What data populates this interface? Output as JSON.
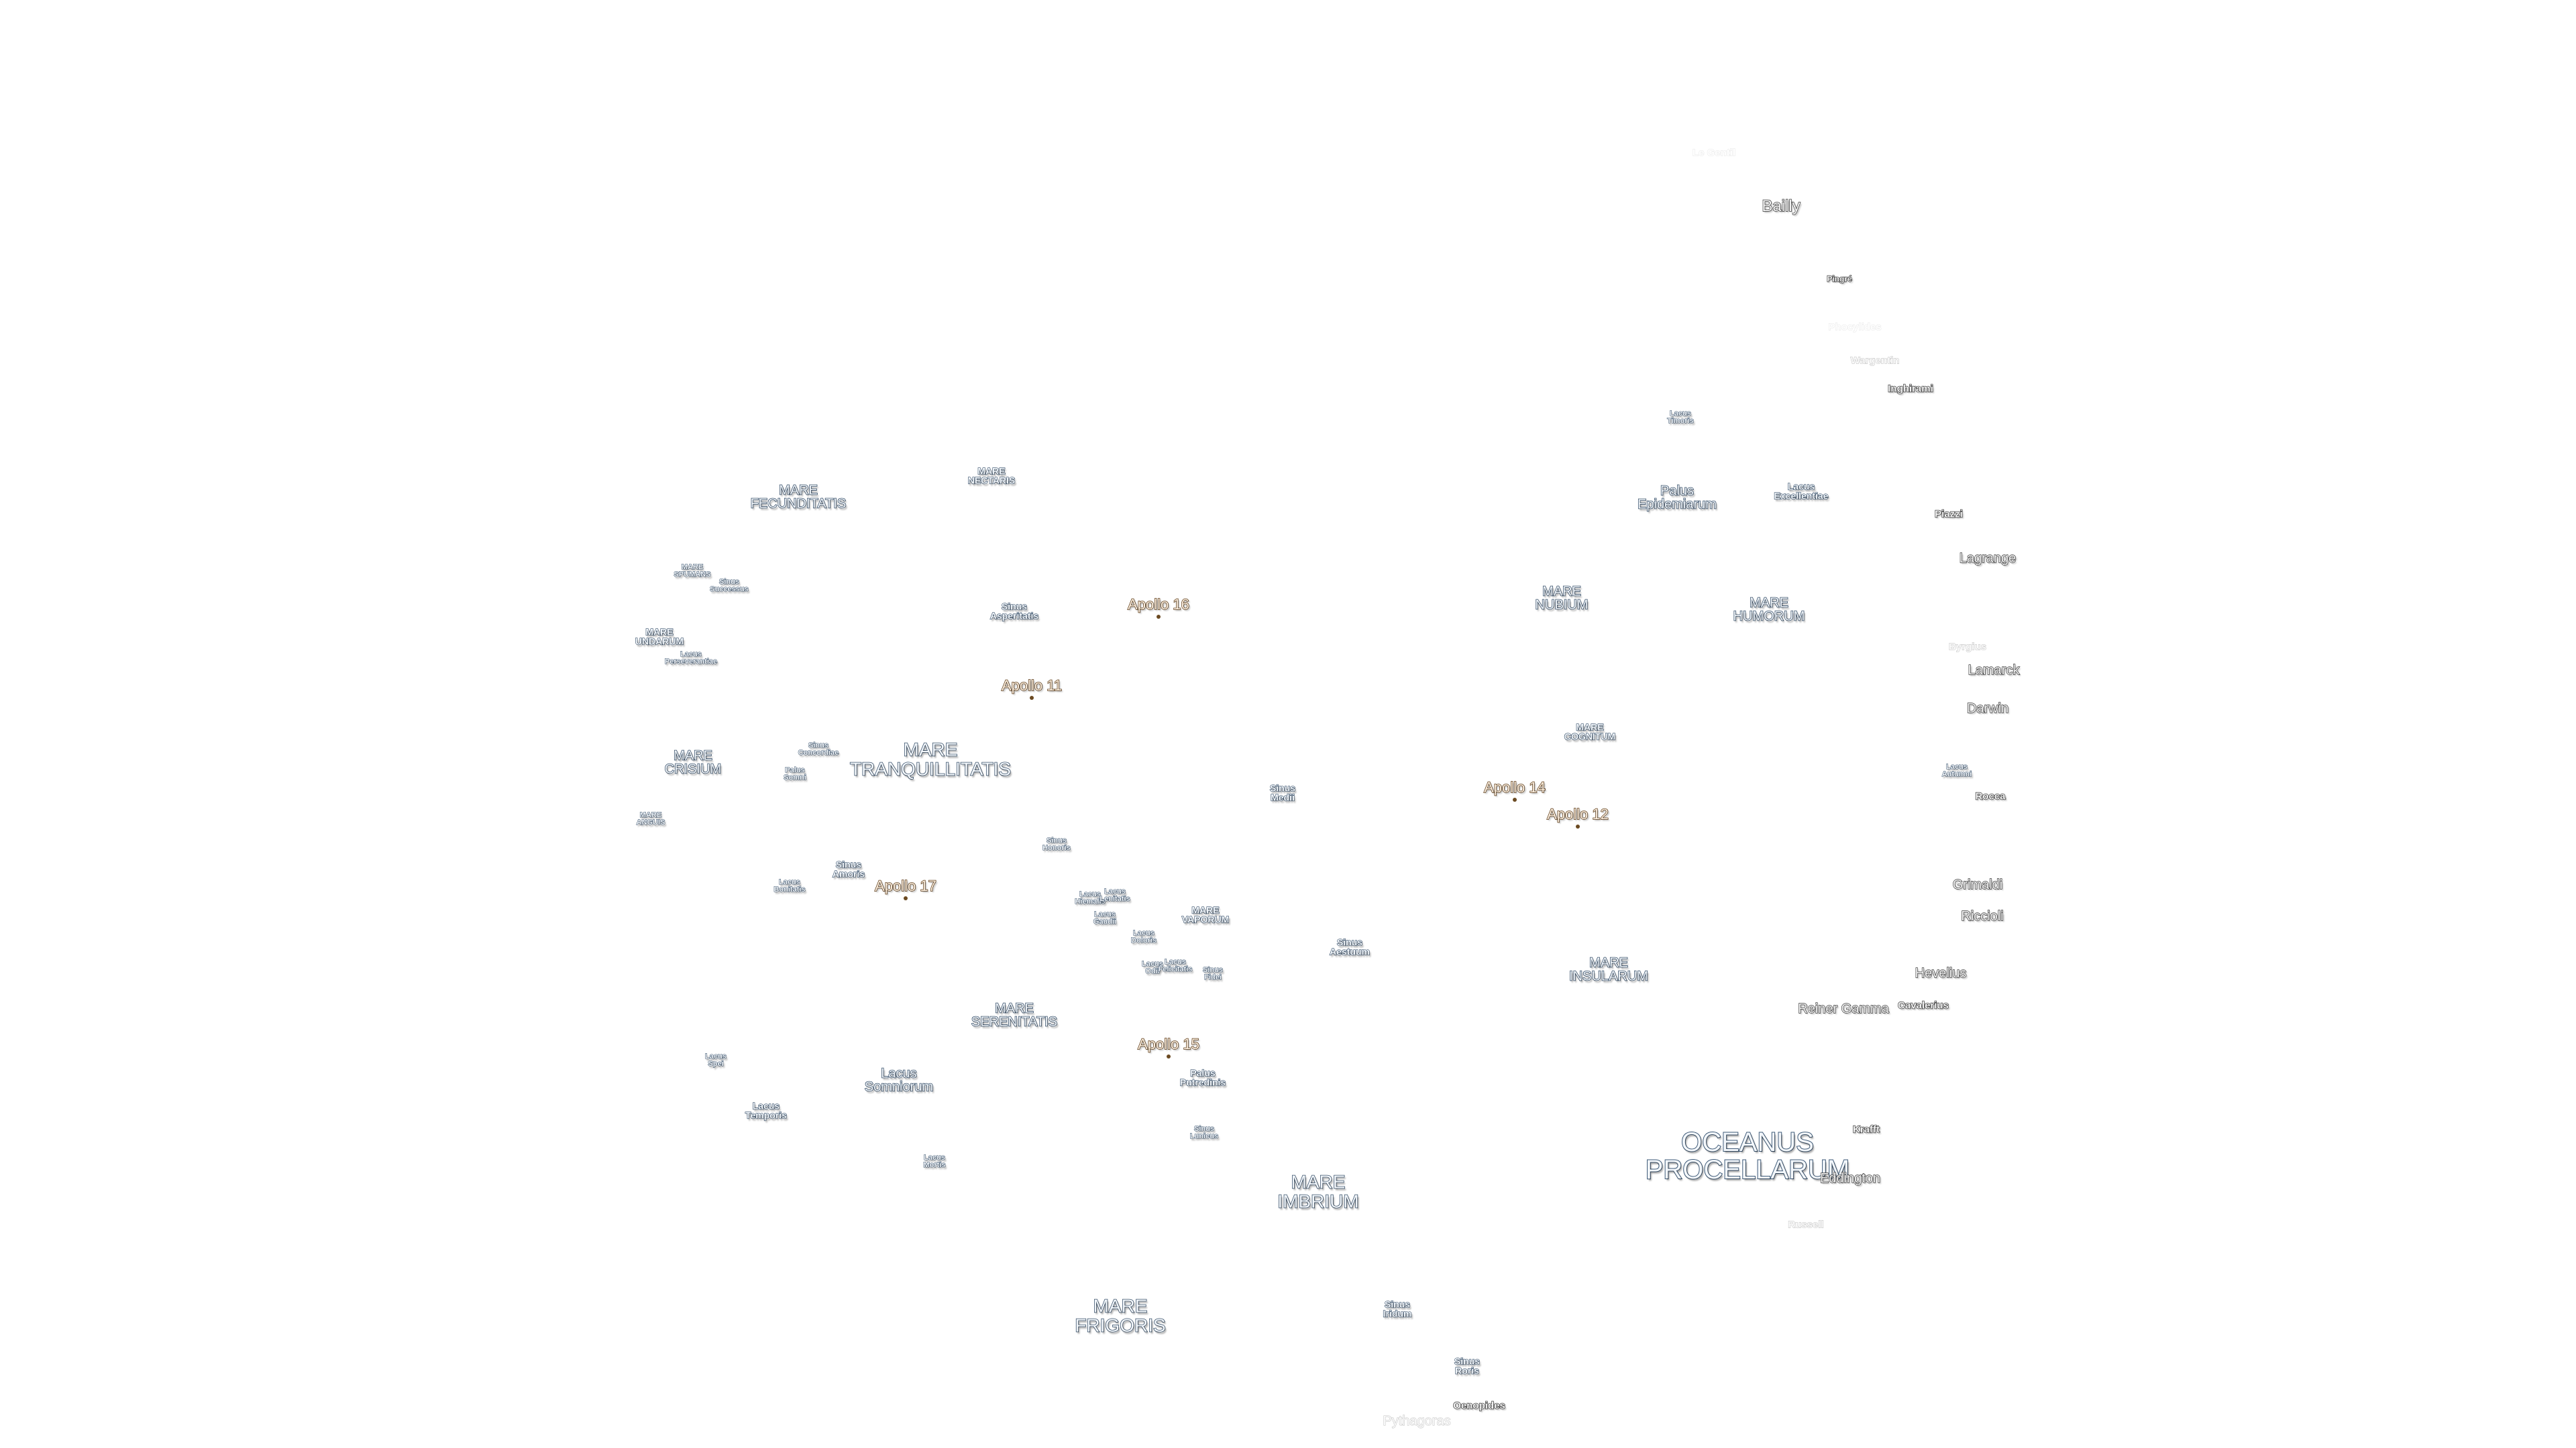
{
  "map": {
    "maria": [
      {
        "id": "oceanus-procellarum",
        "text": "OCEANUS\nPROCELLARUM",
        "size": "xl"
      },
      {
        "id": "mare-imbrium",
        "text": "MARE\nIMBRIUM",
        "size": "lg"
      },
      {
        "id": "mare-frigoris",
        "text": "MARE\nFRIGORIS",
        "size": "lg"
      },
      {
        "id": "mare-serenitatis",
        "text": "MARE\nSERENITATIS",
        "size": "md"
      },
      {
        "id": "mare-tranquillitatis",
        "text": "MARE\nTRANQUILLITATIS",
        "size": "lg"
      },
      {
        "id": "mare-fecunditatis",
        "text": "MARE\nFECUNDITATIS",
        "size": "md"
      },
      {
        "id": "mare-crisium",
        "text": "MARE\nCRISIUM",
        "size": "md"
      },
      {
        "id": "mare-nubium",
        "text": "MARE\nNUBIUM",
        "size": "md"
      },
      {
        "id": "mare-humorum",
        "text": "MARE\nHUMORUM",
        "size": "md"
      },
      {
        "id": "mare-insularum",
        "text": "MARE\nINSULARUM",
        "size": "md"
      },
      {
        "id": "mare-vaporum",
        "text": "MARE\nVAPORUM",
        "size": "sm"
      },
      {
        "id": "mare-cognitum",
        "text": "MARE\nCOGNITUM",
        "size": "sm"
      },
      {
        "id": "mare-nectaris",
        "text": "MARE\nNECTARIS",
        "size": "sm"
      },
      {
        "id": "mare-undarum",
        "text": "MARE\nUNDARUM",
        "size": "sm"
      },
      {
        "id": "mare-spumans",
        "text": "MARE\nSPUMANS",
        "size": "xs"
      },
      {
        "id": "mare-anguis",
        "text": "MARE\nANGUIS",
        "size": "xs"
      },
      {
        "id": "lacus-somniorum",
        "text": "Lacus\nSomniorum",
        "size": "md"
      },
      {
        "id": "sinus-aestuum",
        "text": "Sinus\nAestuum",
        "size": "sm"
      },
      {
        "id": "sinus-medii",
        "text": "Sinus\nMedii",
        "size": "sm"
      },
      {
        "id": "sinus-iridum",
        "text": "Sinus\nIridum",
        "size": "sm"
      },
      {
        "id": "sinus-roris",
        "text": "Sinus\nRoris",
        "size": "sm"
      },
      {
        "id": "sinus-asperitatis",
        "text": "Sinus\nAsperitatis",
        "size": "sm"
      },
      {
        "id": "sinus-concordiae",
        "text": "Sinus\nConcordiae",
        "size": "xs"
      },
      {
        "id": "sinus-amoris",
        "text": "Sinus\nAmoris",
        "size": "sm"
      },
      {
        "id": "sinus-successus",
        "text": "Sinus\nSuccessus",
        "size": "xs"
      },
      {
        "id": "sinus-honoris",
        "text": "Sinus\nHonoris",
        "size": "xs"
      },
      {
        "id": "sinus-fidei",
        "text": "Sinus\nFidei",
        "size": "xs"
      },
      {
        "id": "sinus-lunicus",
        "text": "Sinus\nLunicus",
        "size": "xs"
      },
      {
        "id": "palus-epidemiarum",
        "text": "Palus\nEpidemiarum",
        "size": "md"
      },
      {
        "id": "palus-putredinis",
        "text": "Palus\nPutredinis",
        "size": "sm"
      },
      {
        "id": "palus-somni",
        "text": "Palus\nSomni",
        "size": "xs"
      },
      {
        "id": "lacus-excellentiae",
        "text": "Lacus\nExcellentiae",
        "size": "sm"
      },
      {
        "id": "lacus-timoris",
        "text": "Lacus\nTimoris",
        "size": "xs"
      },
      {
        "id": "lacus-temporis",
        "text": "Lacus\nTemporis",
        "size": "sm"
      },
      {
        "id": "lacus-mortis",
        "text": "Lacus\nMortis",
        "size": "xs"
      },
      {
        "id": "lacus-spei",
        "text": "Lacus\nSpei",
        "size": "xs"
      },
      {
        "id": "lacus-bonitatis",
        "text": "Lacus\nBonitatis",
        "size": "xs"
      },
      {
        "id": "lacus-perseverantiae",
        "text": "Lacus\nPerseverantiae",
        "size": "xs"
      },
      {
        "id": "lacus-gaudii",
        "text": "Lacus\nGaudii",
        "size": "xs"
      },
      {
        "id": "lacus-doloris",
        "text": "Lacus\nDoloris",
        "size": "xs"
      },
      {
        "id": "lacus-hiemalis",
        "text": "Lacus\nHiemalis",
        "size": "xs"
      },
      {
        "id": "lacus-lenitatis",
        "text": "Lacus\nLenitatis",
        "size": "xs"
      },
      {
        "id": "lacus-odii",
        "text": "Lacus\nOdii",
        "size": "xs"
      },
      {
        "id": "lacus-felicitatis",
        "text": "Lacus\nFelicitatis",
        "size": "xs"
      },
      {
        "id": "lacus-autumni",
        "text": "Lacus\nAutumni",
        "size": "xs"
      }
    ],
    "craters": [
      {
        "id": "bailly",
        "text": "Bailly",
        "size": "lg",
        "tone": "normal"
      },
      {
        "id": "le-gentil",
        "text": "Le Gentil",
        "size": "sm",
        "tone": "fainter"
      },
      {
        "id": "pingre",
        "text": "Pingré",
        "size": "xs",
        "tone": "normal"
      },
      {
        "id": "phocylides",
        "text": "Phocylides",
        "size": "sm",
        "tone": "fainter"
      },
      {
        "id": "wargentin",
        "text": "Wargentin",
        "size": "sm",
        "tone": "faint"
      },
      {
        "id": "inghirami",
        "text": "Inghirami",
        "size": "sm",
        "tone": "normal"
      },
      {
        "id": "piazzi",
        "text": "Piazzi",
        "size": "sm",
        "tone": "normal"
      },
      {
        "id": "lagrange",
        "text": "Lagrange",
        "size": "md",
        "tone": "normal"
      },
      {
        "id": "byrgius",
        "text": "Byrgius",
        "size": "sm",
        "tone": "faint"
      },
      {
        "id": "lamarck",
        "text": "Lamarck",
        "size": "md",
        "tone": "normal"
      },
      {
        "id": "darwin",
        "text": "Darwin",
        "size": "md",
        "tone": "normal"
      },
      {
        "id": "rocca",
        "text": "Rocca",
        "size": "sm",
        "tone": "normal"
      },
      {
        "id": "grimaldi",
        "text": "Grimaldi",
        "size": "md",
        "tone": "normal"
      },
      {
        "id": "riccioli",
        "text": "Riccioli",
        "size": "md",
        "tone": "normal"
      },
      {
        "id": "hevelius",
        "text": "Hevelius",
        "size": "md",
        "tone": "normal"
      },
      {
        "id": "cavalerius",
        "text": "Cavalerius",
        "size": "sm",
        "tone": "normal"
      },
      {
        "id": "reiner-gamma",
        "text": "Reiner Gamma",
        "size": "md",
        "tone": "normal"
      },
      {
        "id": "krafft",
        "text": "Krafft",
        "size": "sm",
        "tone": "normal"
      },
      {
        "id": "eddington",
        "text": "Eddington",
        "size": "md",
        "tone": "normal"
      },
      {
        "id": "russell",
        "text": "Russell",
        "size": "sm",
        "tone": "faint"
      },
      {
        "id": "oenopides",
        "text": "Oenopides",
        "size": "sm",
        "tone": "normal"
      },
      {
        "id": "pythagoras",
        "text": "Pythagoras",
        "size": "md",
        "tone": "faint"
      }
    ],
    "landing_sites": [
      {
        "id": "apollo-11",
        "text": "Apollo 11"
      },
      {
        "id": "apollo-12",
        "text": "Apollo 12"
      },
      {
        "id": "apollo-14",
        "text": "Apollo 14"
      },
      {
        "id": "apollo-15",
        "text": "Apollo 15"
      },
      {
        "id": "apollo-16",
        "text": "Apollo 16"
      },
      {
        "id": "apollo-17",
        "text": "Apollo 17"
      }
    ]
  }
}
